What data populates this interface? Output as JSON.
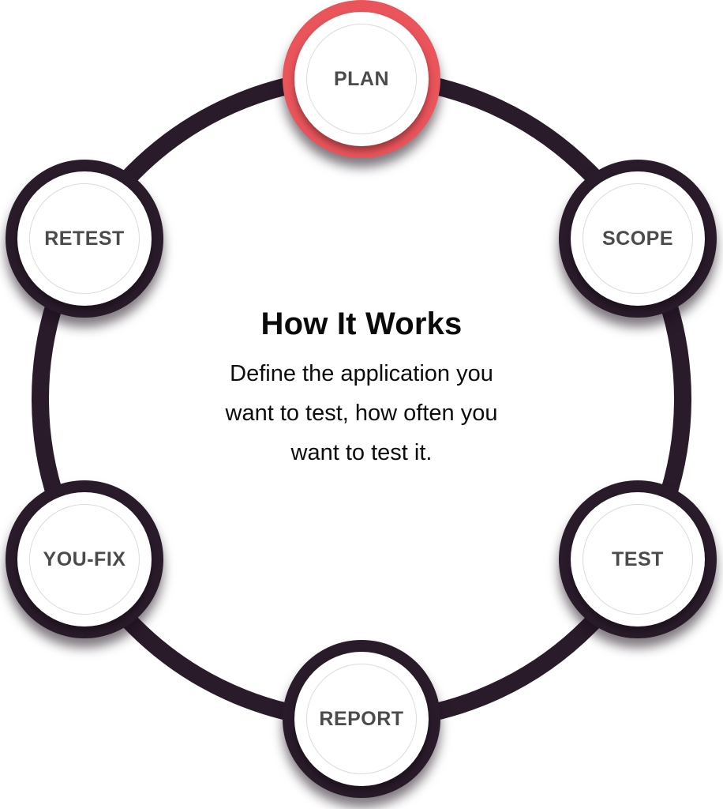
{
  "center": {
    "title": "How It Works",
    "description_lines": [
      "Define the application you",
      "want to test, how often you",
      "want to test it."
    ]
  },
  "steps": [
    {
      "label": "PLAN",
      "active": true
    },
    {
      "label": "SCOPE",
      "active": false
    },
    {
      "label": "TEST",
      "active": false
    },
    {
      "label": "REPORT",
      "active": false
    },
    {
      "label": "YOU-FIX",
      "active": false
    },
    {
      "label": "RETEST",
      "active": false
    }
  ],
  "colors": {
    "active_ring": "#ea545b",
    "ring": "#2a1b2b",
    "label": "#4b4b4b",
    "inner_ring": "#dcdcdc"
  }
}
